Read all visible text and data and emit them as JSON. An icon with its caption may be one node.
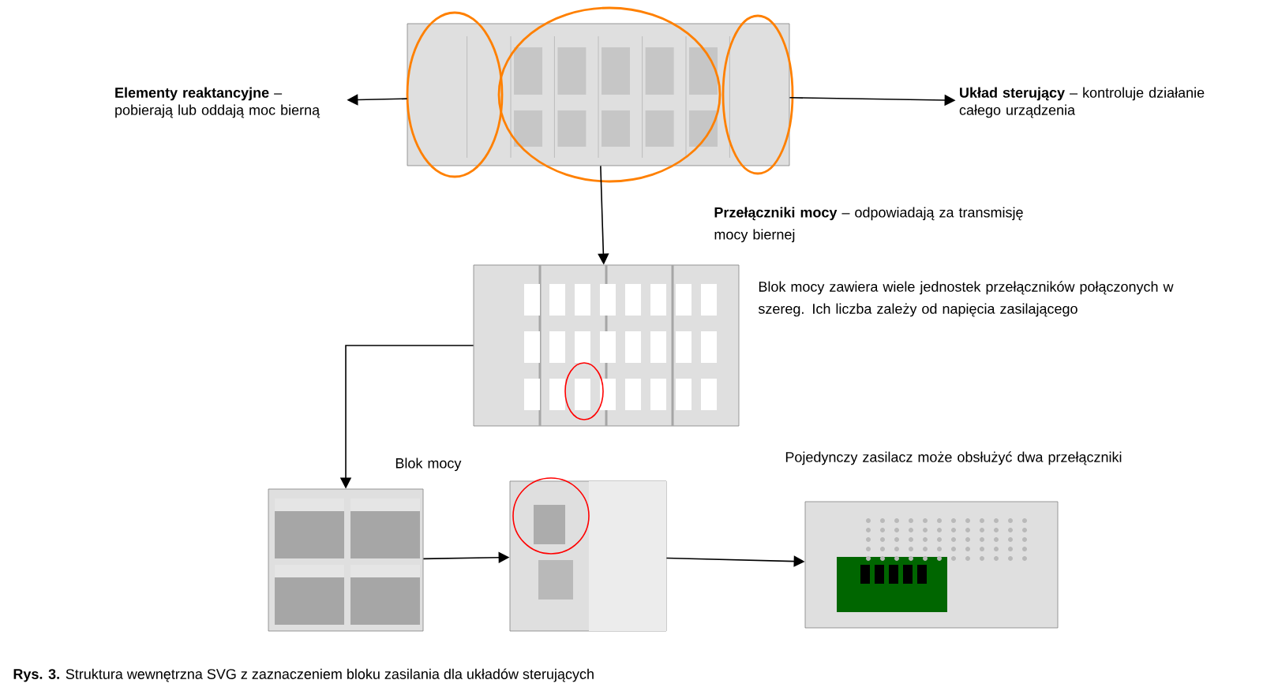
{
  "diagram": {
    "caption": "**Rys. 3.** Struktura wewnętrzna SVG z zaznaczeniem bloku zasilania dla układów sterujących",
    "nodes": [
      {
        "text": [
          "**Elementy reaktancyjne** – pobierają lub oddają moc bierną"
        ]
      },
      {
        "text": [],
        "shape": "picture",
        "beside": [
          "**Przełączniki mocy** – odpowiadają za transmisję mocy biernej"
        ]
      },
      {
        "text": [
          "**Układ sterujący** – kontroluje działanie całego urządzenia"
        ]
      },
      {
        "text": [],
        "shape": "picture",
        "beside": [
          "Blok mocy zawiera wiele jednostek przełączników połączonych w szereg. Ich liczba zależy od napięcia zasilającego"
        ]
      },
      {
        "text": [],
        "shape": "picture",
        "beside": [
          "Blok mocy"
        ]
      },
      {
        "text": [],
        "shape": "picture"
      },
      {
        "text": [],
        "shape": "picture",
        "beside": [
          "Pojedynczy zasilacz może obsłużyć dwa przełączniki"
        ]
      }
    ],
    "edges": [
      {
        "from": 1,
        "to": 0,
        "arrow": "to"
      },
      {
        "from": 1,
        "to": 2,
        "arrow": "to"
      },
      {
        "from": 1,
        "to": 3,
        "arrow": "to"
      },
      {
        "from": 3,
        "to": 4,
        "arrow": "to"
      },
      {
        "from": 4,
        "to": 5,
        "arrow": "to"
      },
      {
        "from": 5,
        "to": 6,
        "arrow": "to"
      }
    ]
  }
}
